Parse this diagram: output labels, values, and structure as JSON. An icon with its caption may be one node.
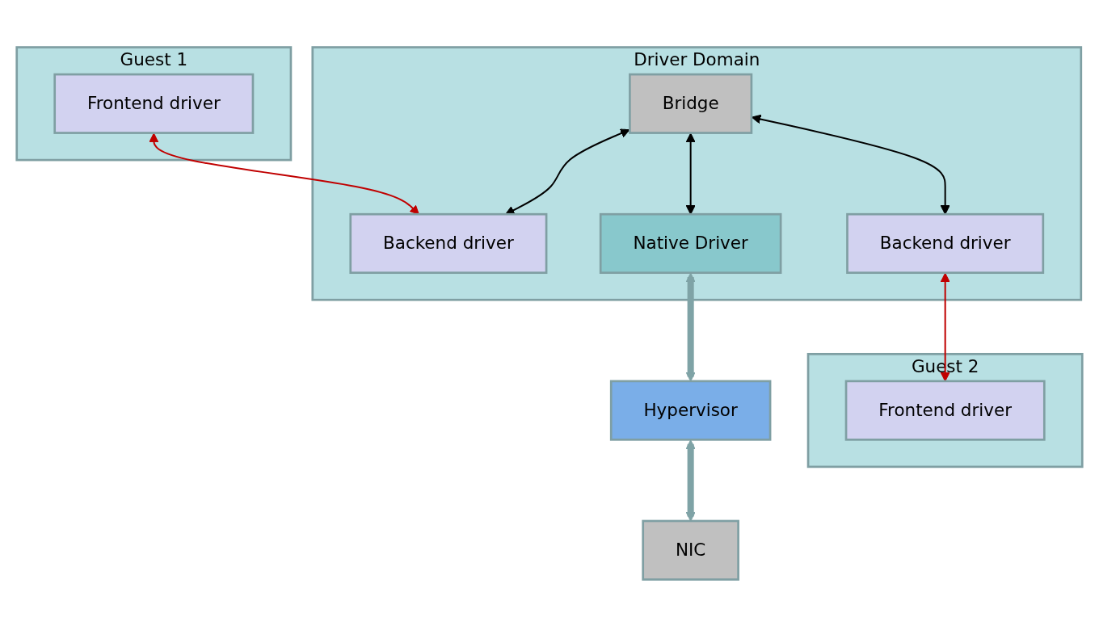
{
  "diagram": {
    "nodes": [
      {
        "text": [
          "Guest 1"
        ]
      },
      {
        "text": [
          "Frontend driver"
        ],
        "in": 0
      },
      {
        "text": [
          "Driver Domain"
        ]
      },
      {
        "text": [
          "Bridge"
        ],
        "in": 2
      },
      {
        "text": [
          "Backend driver"
        ],
        "in": 2
      },
      {
        "text": [
          "Native Driver"
        ],
        "in": 2
      },
      {
        "text": [
          "Backend driver"
        ],
        "in": 2
      },
      {
        "text": [
          "Guest 2"
        ]
      },
      {
        "text": [
          "Frontend driver"
        ],
        "in": 7
      },
      {
        "text": [
          "Hypervisor"
        ]
      },
      {
        "text": [
          "NIC"
        ]
      }
    ],
    "edges": [
      {
        "from": 3,
        "to": 4,
        "arrow": "both"
      },
      {
        "from": 3,
        "to": 5,
        "arrow": "both"
      },
      {
        "from": 3,
        "to": 6,
        "arrow": "both"
      },
      {
        "from": 1,
        "to": 4,
        "arrow": "both",
        "color": "#c00000"
      },
      {
        "from": 6,
        "to": 8,
        "arrow": "both",
        "color": "#c00000"
      },
      {
        "from": 5,
        "to": 9,
        "arrow": "both",
        "style": "thick",
        "color": "#7fa3a6"
      },
      {
        "from": 9,
        "to": 10,
        "arrow": "both",
        "style": "thick",
        "color": "#7fa3a6"
      }
    ]
  }
}
